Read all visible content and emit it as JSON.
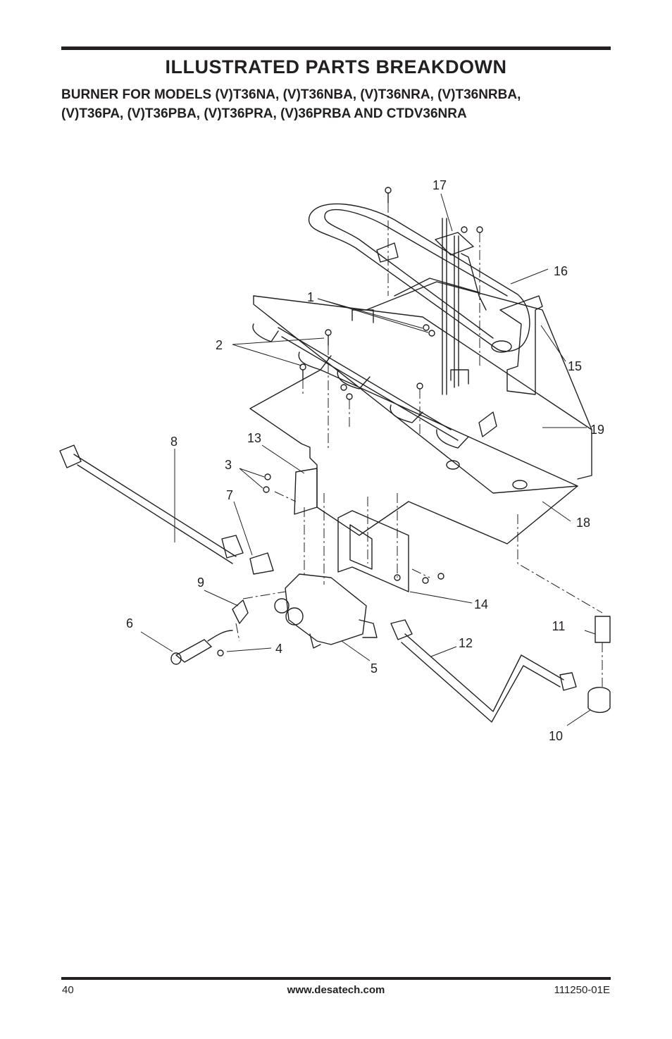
{
  "header": {
    "title": "ILLUSTRATED PARTS BREAKDOWN",
    "subtitle_line1": "BURNER FOR MODELS (V)T36NA, (V)T36NBA, (V)T36NRA, (V)T36NRBA,",
    "subtitle_line2": "(V)T36PA, (V)T36PBA, (V)T36PRA, (V)36PRBA AND CTDV36NRA"
  },
  "diagram": {
    "callouts": {
      "c1": "1",
      "c2": "2",
      "c3": "3",
      "c4": "4",
      "c5": "5",
      "c6": "6",
      "c7": "7",
      "c8": "8",
      "c9": "9",
      "c10": "10",
      "c11": "11",
      "c12": "12",
      "c13": "13",
      "c14": "14",
      "c15": "15",
      "c16": "16",
      "c17": "17",
      "c18": "18",
      "c19": "19"
    }
  },
  "footer": {
    "page_number": "40",
    "website": "www.desatech.com",
    "doc_number": "111250-01E"
  }
}
